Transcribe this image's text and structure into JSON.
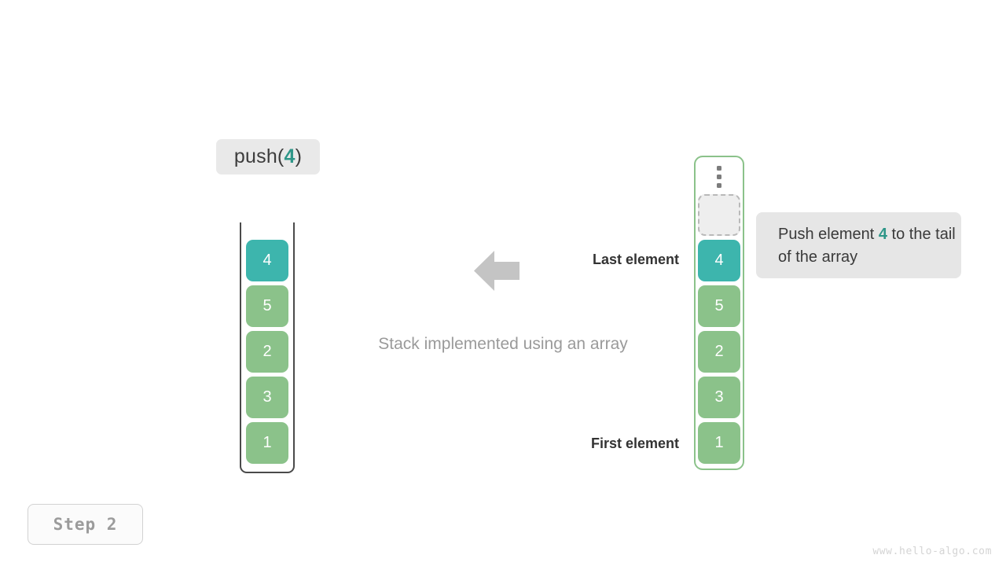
{
  "operation": {
    "name": "push",
    "open_paren": "(",
    "argument": "4",
    "close_paren": ")"
  },
  "caption": "Stack implemented using an array",
  "annotations": {
    "last_element": "Last element",
    "first_element": "First element",
    "arrow_icon": "arrow-left-icon",
    "ellipsis_icon": "vertical-ellipsis-icon"
  },
  "stack": {
    "title": "stack-container",
    "cells": [
      {
        "value": "4",
        "color": "teal"
      },
      {
        "value": "5",
        "color": "green"
      },
      {
        "value": "2",
        "color": "green"
      },
      {
        "value": "3",
        "color": "green"
      },
      {
        "value": "1",
        "color": "green"
      }
    ]
  },
  "array": {
    "title": "array-container",
    "cells": [
      {
        "value": "",
        "color": "empty"
      },
      {
        "value": "4",
        "color": "teal"
      },
      {
        "value": "5",
        "color": "green"
      },
      {
        "value": "2",
        "color": "green"
      },
      {
        "value": "3",
        "color": "green"
      },
      {
        "value": "1",
        "color": "green"
      }
    ]
  },
  "tooltip": {
    "prefix": "Push element ",
    "argument": "4",
    "suffix": " to the tail of the array"
  },
  "step_badge": "Step 2",
  "watermark": "www.hello-algo.com",
  "colors": {
    "accent_teal": "#3db5ad",
    "element_green": "#8bc28a",
    "highlight_text": "#2e9688",
    "arrow_gray": "#c4c4c4",
    "container_border": "#4a4a4a"
  }
}
